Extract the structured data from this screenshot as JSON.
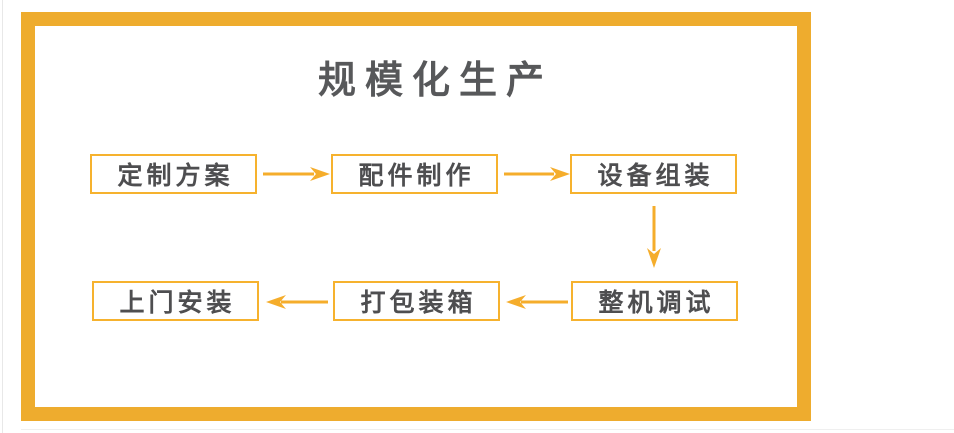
{
  "page": {
    "background_color": "#ffffff",
    "frame_border_color": "#eeac2e"
  },
  "title": {
    "text": "规模化生产",
    "color": "#57585a"
  },
  "flow": {
    "accent_color": "#f5ad2b",
    "node_border_color": "#f6b22e",
    "node_text_color": "#4e4e50",
    "steps": [
      {
        "label": "定制方案"
      },
      {
        "label": "配件制作"
      },
      {
        "label": "设备组装"
      },
      {
        "label": "整机调试"
      },
      {
        "label": "打包装箱"
      },
      {
        "label": "上门安装"
      }
    ],
    "connections": [
      {
        "from": "定制方案",
        "to": "配件制作",
        "direction": "right"
      },
      {
        "from": "配件制作",
        "to": "设备组装",
        "direction": "right"
      },
      {
        "from": "设备组装",
        "to": "整机调试",
        "direction": "down"
      },
      {
        "from": "整机调试",
        "to": "打包装箱",
        "direction": "left"
      },
      {
        "from": "打包装箱",
        "to": "上门安装",
        "direction": "left"
      }
    ]
  }
}
